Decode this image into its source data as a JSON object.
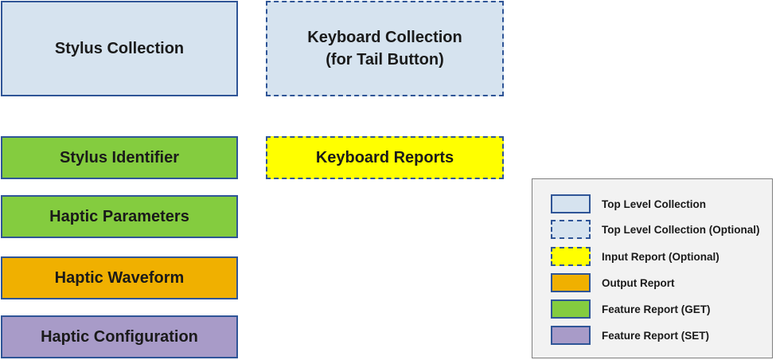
{
  "boxes": {
    "stylus_collection": "Stylus Collection",
    "keyboard_collection_line1": "Keyboard Collection",
    "keyboard_collection_line2": "(for Tail Button)",
    "stylus_identifier": "Stylus Identifier",
    "keyboard_reports": "Keyboard Reports",
    "haptic_parameters": "Haptic Parameters",
    "haptic_waveform": "Haptic Waveform",
    "haptic_configuration": "Haptic Configuration"
  },
  "legend": {
    "items": [
      {
        "label": "Top Level Collection",
        "color": "#d6e3ef",
        "border": "solid"
      },
      {
        "label": "Top Level Collection (Optional)",
        "color": "#d6e3ef",
        "border": "dashed"
      },
      {
        "label": "Input Report (Optional)",
        "color": "#ffff00",
        "border": "dashed"
      },
      {
        "label": "Output Report",
        "color": "#f0b000",
        "border": "solid"
      },
      {
        "label": "Feature Report (GET)",
        "color": "#84cc3f",
        "border": "solid"
      },
      {
        "label": "Feature Report (SET)",
        "color": "#a89bc8",
        "border": "solid"
      }
    ]
  },
  "colors": {
    "border": "#2f5597",
    "top_level_collection": "#d6e3ef",
    "input_report": "#ffff00",
    "output_report": "#f0b000",
    "feature_get": "#84cc3f",
    "feature_set": "#a89bc8"
  }
}
